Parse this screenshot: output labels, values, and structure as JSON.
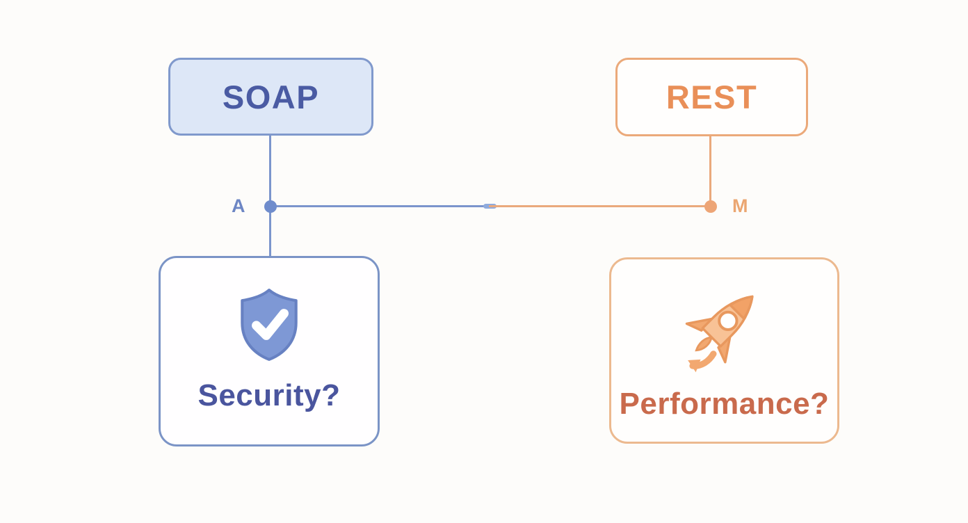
{
  "diagram": {
    "nodes": {
      "soap": {
        "label": "SOAP"
      },
      "rest": {
        "label": "REST"
      },
      "security": {
        "label": "Security?",
        "icon": "shield-check-icon"
      },
      "performance": {
        "label": "Performance?",
        "icon": "rocket-icon"
      }
    },
    "connectors": {
      "left_junction_label": "A",
      "right_junction_label": "M"
    },
    "colors": {
      "background": "#fdfcfa",
      "soap_fill": "#dde7f7",
      "soap_border": "#8099cc",
      "soap_text": "#4a5ba3",
      "rest_border": "#eba97a",
      "rest_text": "#e98f58",
      "security_border": "#7b94c6",
      "security_text": "#4a559e",
      "performance_border": "#ecb98f",
      "performance_text": "#c96a4c",
      "blue_line": "#7b95cc",
      "blue_dot": "#6f8ccc",
      "orange_line": "#eaa97c",
      "orange_dot": "#eda576",
      "shield_fill": "#7e98d5",
      "rocket_fill": "#f8c296"
    }
  }
}
